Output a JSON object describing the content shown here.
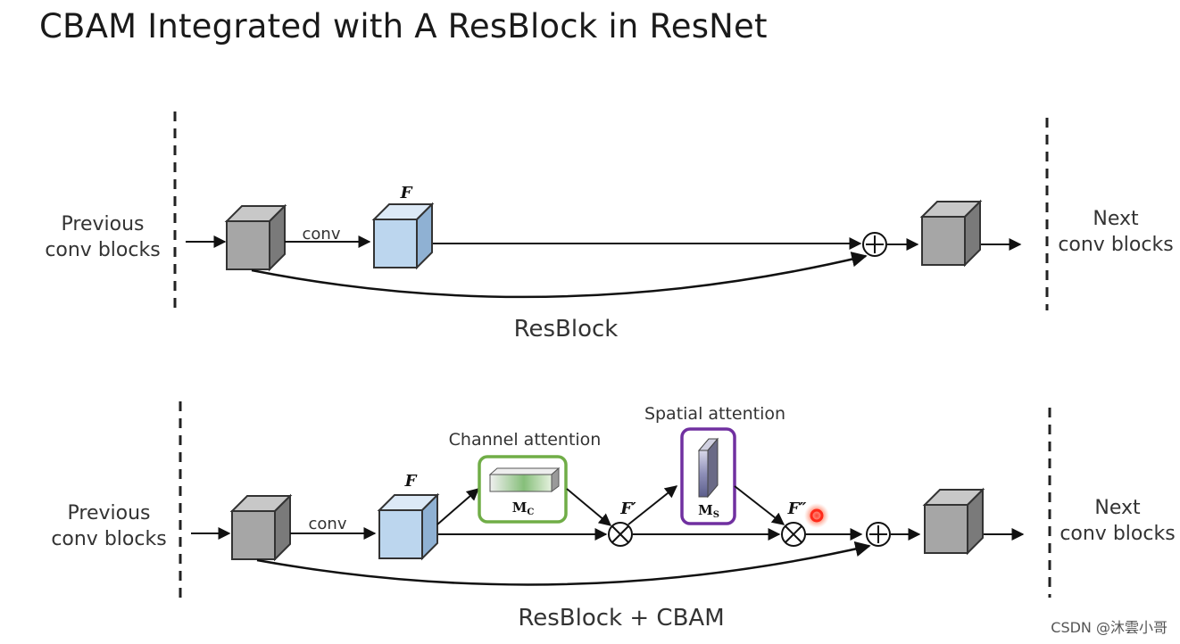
{
  "title": "CBAM Integrated with A ResBlock in ResNet",
  "top": {
    "left_label": [
      "Previous",
      "conv blocks"
    ],
    "right_label": [
      "Next",
      "conv blocks"
    ],
    "conv_label": "conv",
    "feature_label": "F",
    "caption": "ResBlock"
  },
  "bottom": {
    "left_label": [
      "Previous",
      "conv blocks"
    ],
    "right_label": [
      "Next",
      "conv blocks"
    ],
    "conv_label": "conv",
    "feature_label": "F",
    "channel_attention_label": "Channel attention",
    "channel_map_label": "M",
    "channel_map_sub": "C",
    "spatial_attention_label": "Spatial attention",
    "spatial_map_label": "M",
    "spatial_map_sub": "S",
    "f_prime": "F′",
    "f_double_prime": "F″",
    "caption": "ResBlock + CBAM"
  },
  "watermark": "CSDN @沐雲小哥",
  "colors": {
    "gray_cube": "#a6a6a6",
    "blue_cube": "#bcd6ee",
    "channel_box": "#70ad47",
    "spatial_box": "#7030a0",
    "cursor_dot": "#ff2a1a"
  }
}
